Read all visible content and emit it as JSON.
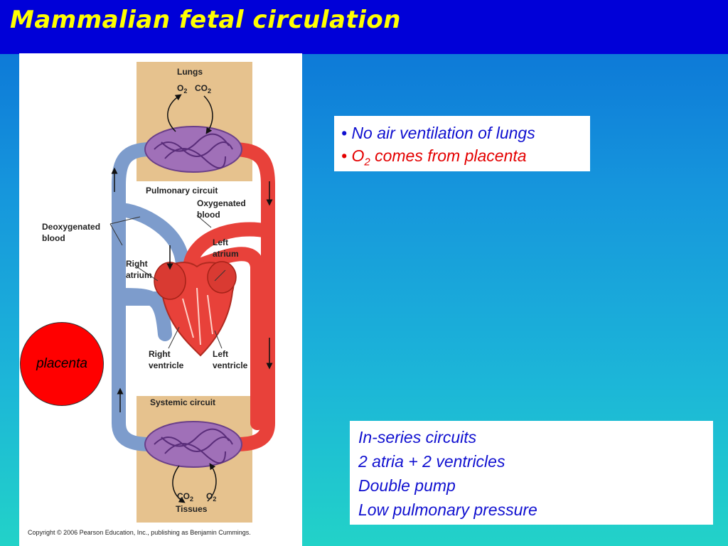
{
  "slide": {
    "title": "Mammalian fetal circulation"
  },
  "figure": {
    "labels": {
      "lungs": "Lungs",
      "o2_top": "O",
      "co2_top": "CO",
      "sub2": "2",
      "pulmonary_circuit": "Pulmonary circuit",
      "oxygenated_1": "Oxygenated",
      "oxygenated_2": "blood",
      "deoxygenated_1": "Deoxygenated",
      "deoxygenated_2": "blood",
      "left_atrium_1": "Left",
      "left_atrium_2": "atrium",
      "right_atrium_1": "Right",
      "right_atrium_2": "atrium",
      "right_ventricle_1": "Right",
      "right_ventricle_2": "ventricle",
      "left_ventricle_1": "Left",
      "left_ventricle_2": "ventricle",
      "systemic_circuit": "Systemic circuit",
      "co2_bottom": "CO",
      "o2_bottom": "O",
      "tissues": "Tissues",
      "copyright": "Copyright © 2006 Pearson Education, Inc., publishing as Benjamin Cummings."
    },
    "colors": {
      "oxygenated": "#e8413a",
      "deoxygenated": "#7d9ccc",
      "capillary": "#a070b8",
      "tissue_panel": "#e6c28e"
    }
  },
  "placenta": {
    "label": "placenta",
    "color": "#ff0000"
  },
  "info_box_top": {
    "bullet_1": "• No air ventilation of lungs",
    "bullet_2_prefix": "• O",
    "bullet_2_sub": "2",
    "bullet_2_suffix": " comes from placenta"
  },
  "info_box_bottom": {
    "lines": [
      "In-series circuits",
      "2 atria + 2 ventricles",
      "Double pump",
      "Low pulmonary pressure"
    ]
  }
}
